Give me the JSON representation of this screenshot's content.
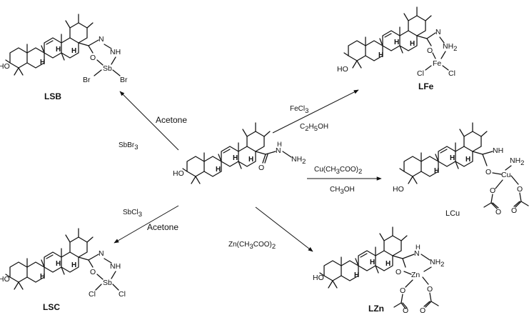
{
  "atoms": {
    "hydroxyl": "HO",
    "hydrogen": "H",
    "carbonyl_o": "O",
    "hydrazide_n": "N",
    "hydrazide_nh": "NH",
    "hydrazide_nh2": "NH",
    "subscript_2": "2",
    "acetate_o": "O"
  },
  "compounds": {
    "ligand": {
      "tail_label": "H"
    },
    "lsb": {
      "label": "LSB",
      "metal": "Sb",
      "halide": "Br"
    },
    "lfe": {
      "label": "LFe",
      "metal": "Fe",
      "halide": "Cl"
    },
    "lcu": {
      "label": "LCu",
      "metal": "Cu"
    },
    "lsc": {
      "label": "LSC",
      "metal": "Sb",
      "halide": "Cl"
    },
    "lzn": {
      "label": "LZn",
      "metal": "Zn"
    }
  },
  "reactions": {
    "to_lsb": {
      "reagent_main": "SbBr",
      "reagent_sub": "3",
      "solvent": "Acetone"
    },
    "to_lfe": {
      "reagent_main": "FeCl",
      "reagent_sub": "3",
      "solvent_main": "C",
      "solvent_sub1": "2",
      "solvent_mid": "H",
      "solvent_sub2": "5",
      "solvent_end": "OH"
    },
    "to_lcu": {
      "reagent_main": "Cu(CH",
      "reagent_sub1": "3",
      "reagent_mid": "COO)",
      "reagent_sub2": "2",
      "solvent_main": "CH",
      "solvent_sub": "3",
      "solvent_end": "OH"
    },
    "to_lsc": {
      "reagent_main": "SbCl",
      "reagent_sub": "3",
      "solvent": "Acetone"
    },
    "to_lzn": {
      "reagent_main": "Zn(CH",
      "reagent_sub1": "3",
      "reagent_mid": "COO)",
      "reagent_sub2": "2"
    }
  }
}
